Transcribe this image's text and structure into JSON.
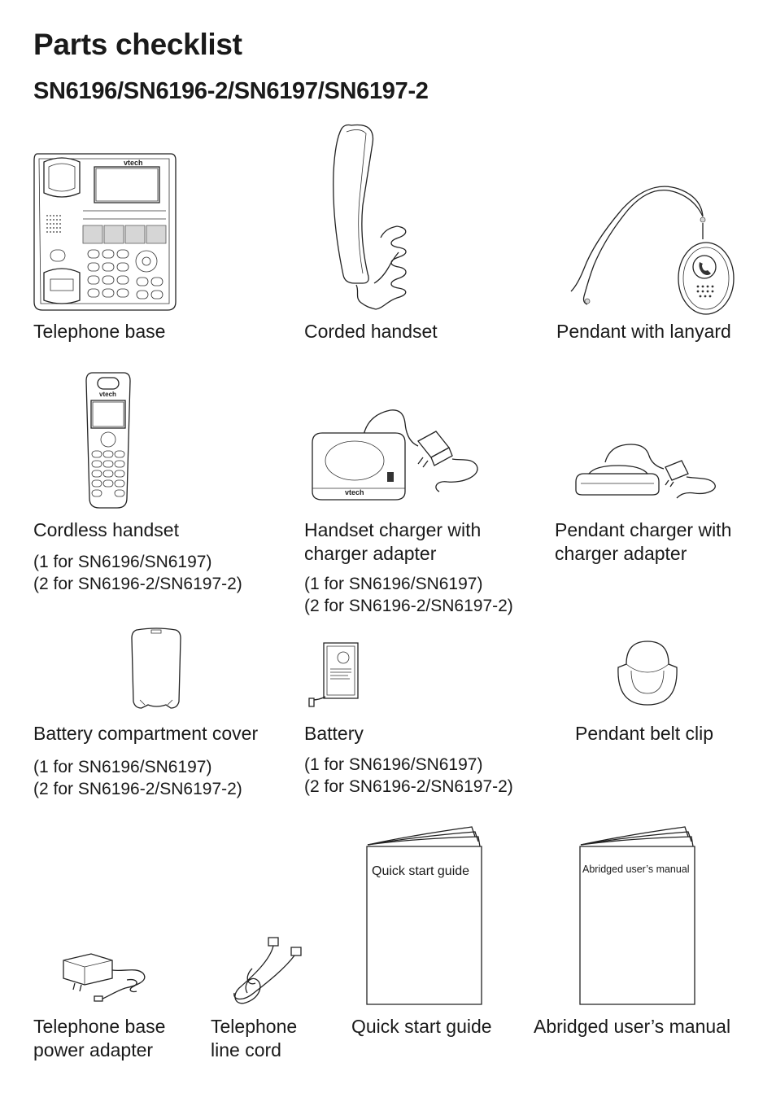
{
  "page": {
    "title": "Parts checklist",
    "subtitle": "SN6196/SN6196-2/SN6197/SN6197-2"
  },
  "items": {
    "telephone_base": {
      "name": "Telephone base",
      "icon": "telephone-base-illustration",
      "brand": "vtech"
    },
    "corded_handset": {
      "name": "Corded handset",
      "icon": "corded-handset-illustration"
    },
    "pendant_lanyard": {
      "name": "Pendant with lanyard",
      "icon": "pendant-lanyard-illustration"
    },
    "cordless_handset": {
      "name": "Cordless handset",
      "icon": "cordless-handset-illustration",
      "brand": "vtech",
      "qty_single": "(1 for SN6196/SN6197)",
      "qty_double": "(2 for SN6196-2/SN6197-2)"
    },
    "handset_charger": {
      "name_line1": "Handset charger with",
      "name_line2": "charger adapter",
      "icon": "handset-charger-illustration",
      "brand": "vtech",
      "qty_single": "(1 for SN6196/SN6197)",
      "qty_double": "(2 for SN6196-2/SN6197-2)"
    },
    "pendant_charger": {
      "name_line1": "Pendant charger with",
      "name_line2": "charger adapter",
      "icon": "pendant-charger-illustration"
    },
    "battery_cover": {
      "name": "Battery compartment cover",
      "icon": "battery-cover-illustration",
      "qty_single": "(1 for SN6196/SN6197)",
      "qty_double": "(2 for SN6196-2/SN6197-2)"
    },
    "battery": {
      "name": "Battery",
      "icon": "battery-illustration",
      "qty_single": "(1 for SN6196/SN6197)",
      "qty_double": "(2 for SN6196-2/SN6197-2)"
    },
    "pendant_belt_clip": {
      "name": "Pendant belt clip",
      "icon": "belt-clip-illustration"
    },
    "base_power_adapter": {
      "name_line1": "Telephone base",
      "name_line2": "power adapter",
      "icon": "power-adapter-illustration"
    },
    "line_cord": {
      "name_line1": "Telephone",
      "name_line2": "line cord",
      "icon": "line-cord-illustration"
    },
    "quick_start_guide": {
      "name": "Quick start guide",
      "cover_text": "Quick start guide",
      "icon": "booklet-illustration"
    },
    "abridged_manual": {
      "name": "Abridged user’s manual",
      "cover_text": "Abridged user’s manual",
      "icon": "booklet-illustration"
    }
  }
}
